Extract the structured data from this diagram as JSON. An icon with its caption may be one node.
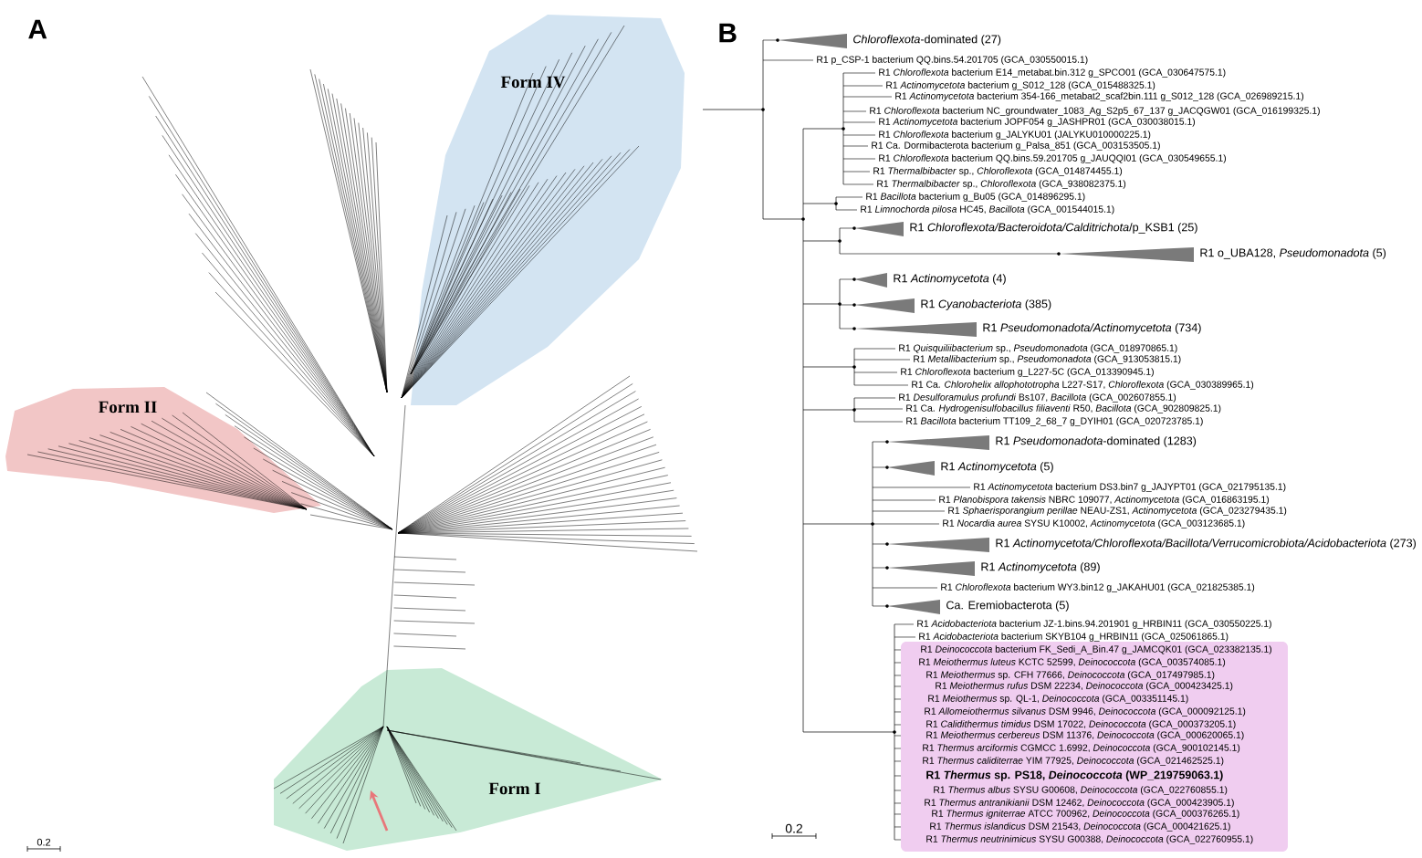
{
  "diagram": {
    "nodes": [
      {
        "text": [
          "Form IV"
        ]
      },
      {
        "text": [
          "Form II"
        ]
      },
      {
        "text": [
          "Form I"
        ]
      },
      {
        "text": [
          "R1 *Deinococcota* bacterium FK_Sedi_A_Bin.47 g_JAMCQK01 (GCA_023382135.1)",
          "R1 *Meiothermus luteus* KCTC 52599, *Deinococcota* (GCA_003574085.1)",
          "R1 *Meiothermus* sp. CFH 77666, *Deinococcota* (GCA_017497985.1)",
          "R1 *Meiothermus rufus* DSM 22234, *Deinococcota* (GCA_000423425.1)",
          "R1 *Meiothermus* sp. QL-1, *Deinococcota* (GCA_003351145.1)",
          "R1 *Allomeiothermus silvanus* DSM 9946, *Deinococcota* (GCA_000092125.1)",
          "R1 *Calidithermus timidus* DSM 17022, *Deinococcota* (GCA_000373205.1)",
          "R1 *Meiothermus cerbereus* DSM 11376, *Deinococcota* (GCA_000620065.1)",
          "R1 *Thermus arciformis* CGMCC 1.6992, *Deinococcota* (GCA_900102145.1)",
          "R1 *Thermus caliditerrae* YIM 77925, *Deinococcota* (GCA_021462525.1)",
          "R1 *Thermus* sp. PS18, *Deinococcota* (WP_219759063.1)",
          "R1 *Thermus albus* SYSU G00608, *Deinococcota* (GCA_022760855.1)",
          "R1 *Thermus antranikianii* DSM 12462, *Deinococcota* (GCA_000423905.1)",
          "R1 *Thermus igniterrae* ATCC 700962, *Deinococcota* (GCA_000376265.1)",
          "R1 *Thermus islandicus* DSM 21543, *Deinococcota* (GCA_000421625.1)",
          "R1 *Thermus neutrinimicus* SYSU G00388, *Deinococcota* (GCA_022760955.1)"
        ]
      }
    ],
    "labels": [
      "A",
      "0.2",
      "B",
      "*Chloroflexota*-dominated (27)",
      "R1 p_CSP-1 bacterium QQ.bins.54.201705 (GCA_030550015.1)",
      "R1 *Chloroflexota* bacterium E14_metabat.bin.312 g_SPCO01 (GCA_030647575.1)",
      "R1 *Actinomycetota* bacterium g_S012_128 (GCA_015488325.1)",
      "R1 *Actinomycetota* bacterium 354-166_metabat2_scaf2bin.111 g_S012_128 (GCA_026989215.1)",
      "R1 *Chloroflexota* bacterium NC_groundwater_1083_Ag_S2p5_67_137 g_JACQGW01 (GCA_016199325.1)",
      "R1 *Actinomycetota* bacterium JOPF054 g_JASHPR01 (GCA_030038015.1)",
      "R1 *Chloroflexota* bacterium g_JALYKU01 (JALYKU010000225.1)",
      "R1 Ca. Dormibacterota bacterium g_Palsa_851 (GCA_003153505.1)",
      "R1 *Chloroflexota* bacterium QQ.bins.59.201705 g_JAUQQI01 (GCA_030549655.1)",
      "R1 *Thermalbibacter* sp., *Chloroflexota* (GCA_014874455.1)",
      "R1 *Thermalbibacter* sp., *Chloroflexota* (GCA_938082375.1)",
      "R1 *Bacillota* bacterium g_Bu05 (GCA_014896295.1)",
      "R1 *Limnochorda pilosa* HC45, *Bacillota* (GCA_001544015.1)",
      "R1 *Chloroflexota/Bacteroidota/Calditrichota*/p_KSB1 (25)",
      "R1 o_UBA128, *Pseudomonadota* (5)",
      "R1 *Actinomycetota* (4)",
      "R1 *Cyanobacteriota* (385)",
      "R1 *Pseudomonadota/Actinomycetota* (734)",
      "R1 *Quisquiliibacterium* sp., *Pseudomonadota* (GCA_018970865.1)",
      "R1 *Metallibacterium* sp., *Pseudomonadota* (GCA_913053815.1)",
      "R1 *Chloroflexota* bacterium g_L227-5C (GCA_013390945.1)",
      "R1 Ca. *Chlorohelix allophototropha* L227-S17, *Chloroflexota* (GCA_030389965.1)",
      "R1 *Desulforamulus profundi* Bs107, *Bacillota* (GCA_002607855.1)",
      "R1 Ca. *Hydrogenisulfobacillus filiaventi* R50, *Bacillota* (GCA_902809825.1)",
      "R1 *Bacillota* bacterium TT109_2_68_7 g_DYIH01 (GCA_020723785.1)",
      "R1 *Pseudomonadota*-dominated (1283)",
      "R1 *Actinomycetota* (5)",
      "R1 *Actinomycetota* bacterium DS3.bin7 g_JAJYPT01 (GCA_021795135.1)",
      "R1 *Planobispora takensis* NBRC 109077, *Actinomycetota* (GCA_016863195.1)",
      "R1 *Sphaerisporangium perillae* NEAU-ZS1, *Actinomycetota* (GCA_023279435.1)",
      "R1 *Nocardia aurea* SYSU K10002, *Actinomycetota* (GCA_003123685.1)",
      "R1 *Actinomycetota/Chloroflexota/Bacillota/Verrucomicrobiota/Acidobacteriota* (273)",
      "R1 *Actinomycetota* (89)",
      "R1 *Chloroflexota* bacterium WY3.bin12 g_JAKAHU01 (GCA_021825385.1)",
      "Ca. Eremiobacterota (5)",
      "R1 *Acidobacteriota* bacterium JZ-1.bins.94.201901 g_HRBIN11 (GCA_030550225.1)",
      "R1 *Acidobacteriota* bacterium SKYB104 g_HRBIN11 (GCA_025061865.1)",
      "0.2"
    ]
  }
}
